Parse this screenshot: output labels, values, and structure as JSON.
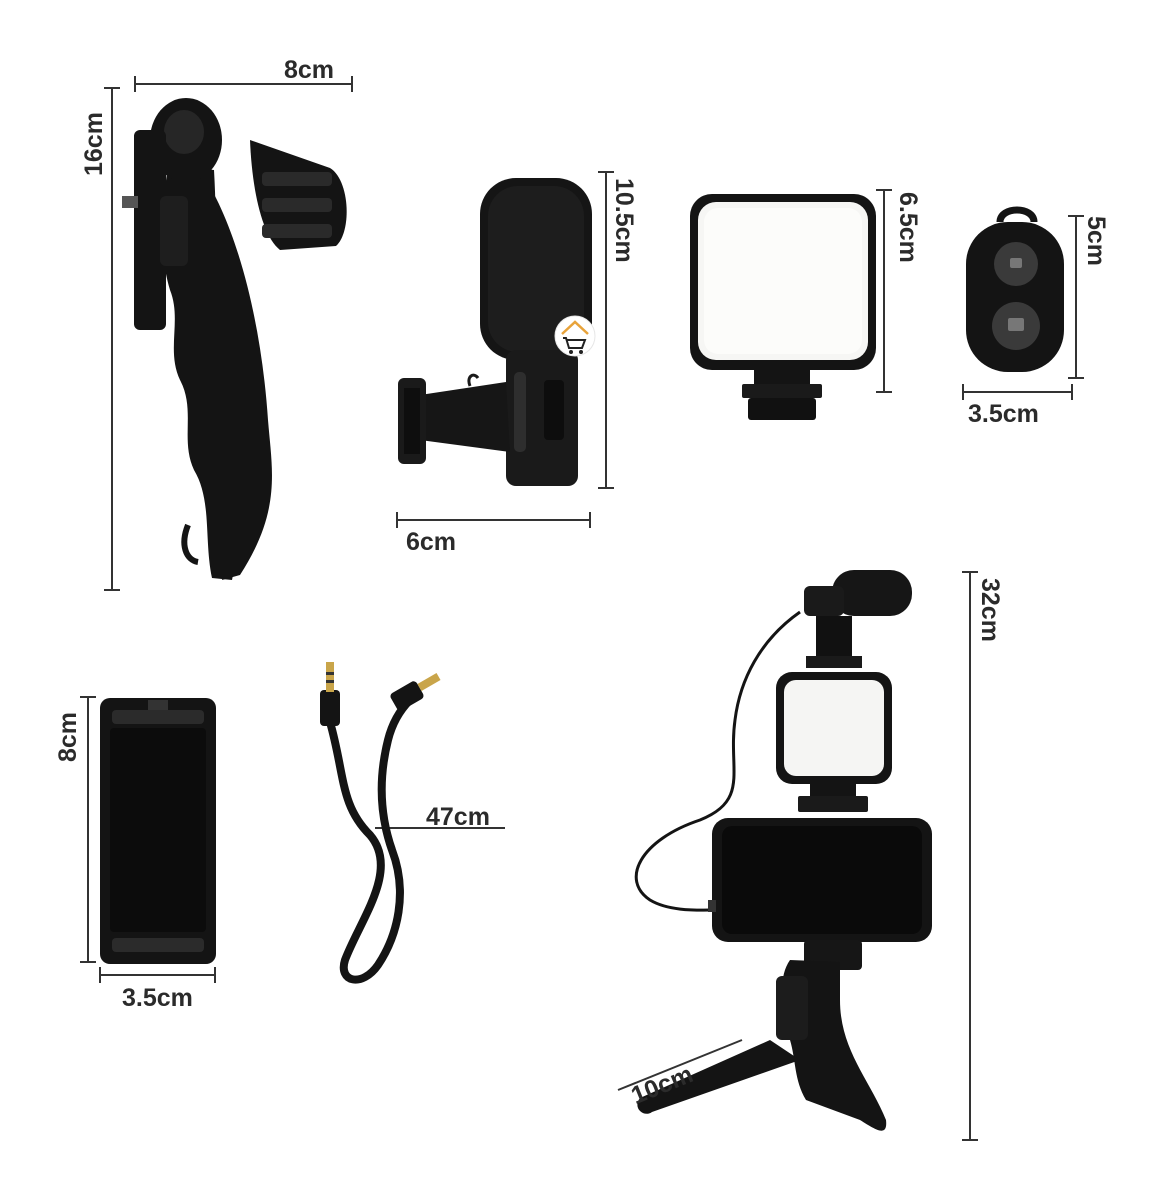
{
  "dimensions": {
    "tripod_width": "8cm",
    "tripod_height": "16cm",
    "mic_height": "10.5cm",
    "mic_width": "6cm",
    "light_height": "6.5cm",
    "remote_height": "5cm",
    "remote_width": "3.5cm",
    "holder_height": "8cm",
    "holder_width": "3.5cm",
    "cable_length": "47cm",
    "assembled_height": "32cm",
    "tripod_leg_length": "10cm"
  },
  "colors": {
    "product": "#141414",
    "line": "#333333",
    "light_panel": "#f6f6f4",
    "accent": "#e8a33a"
  },
  "icons": {
    "store_badge": "cart-house-icon"
  }
}
